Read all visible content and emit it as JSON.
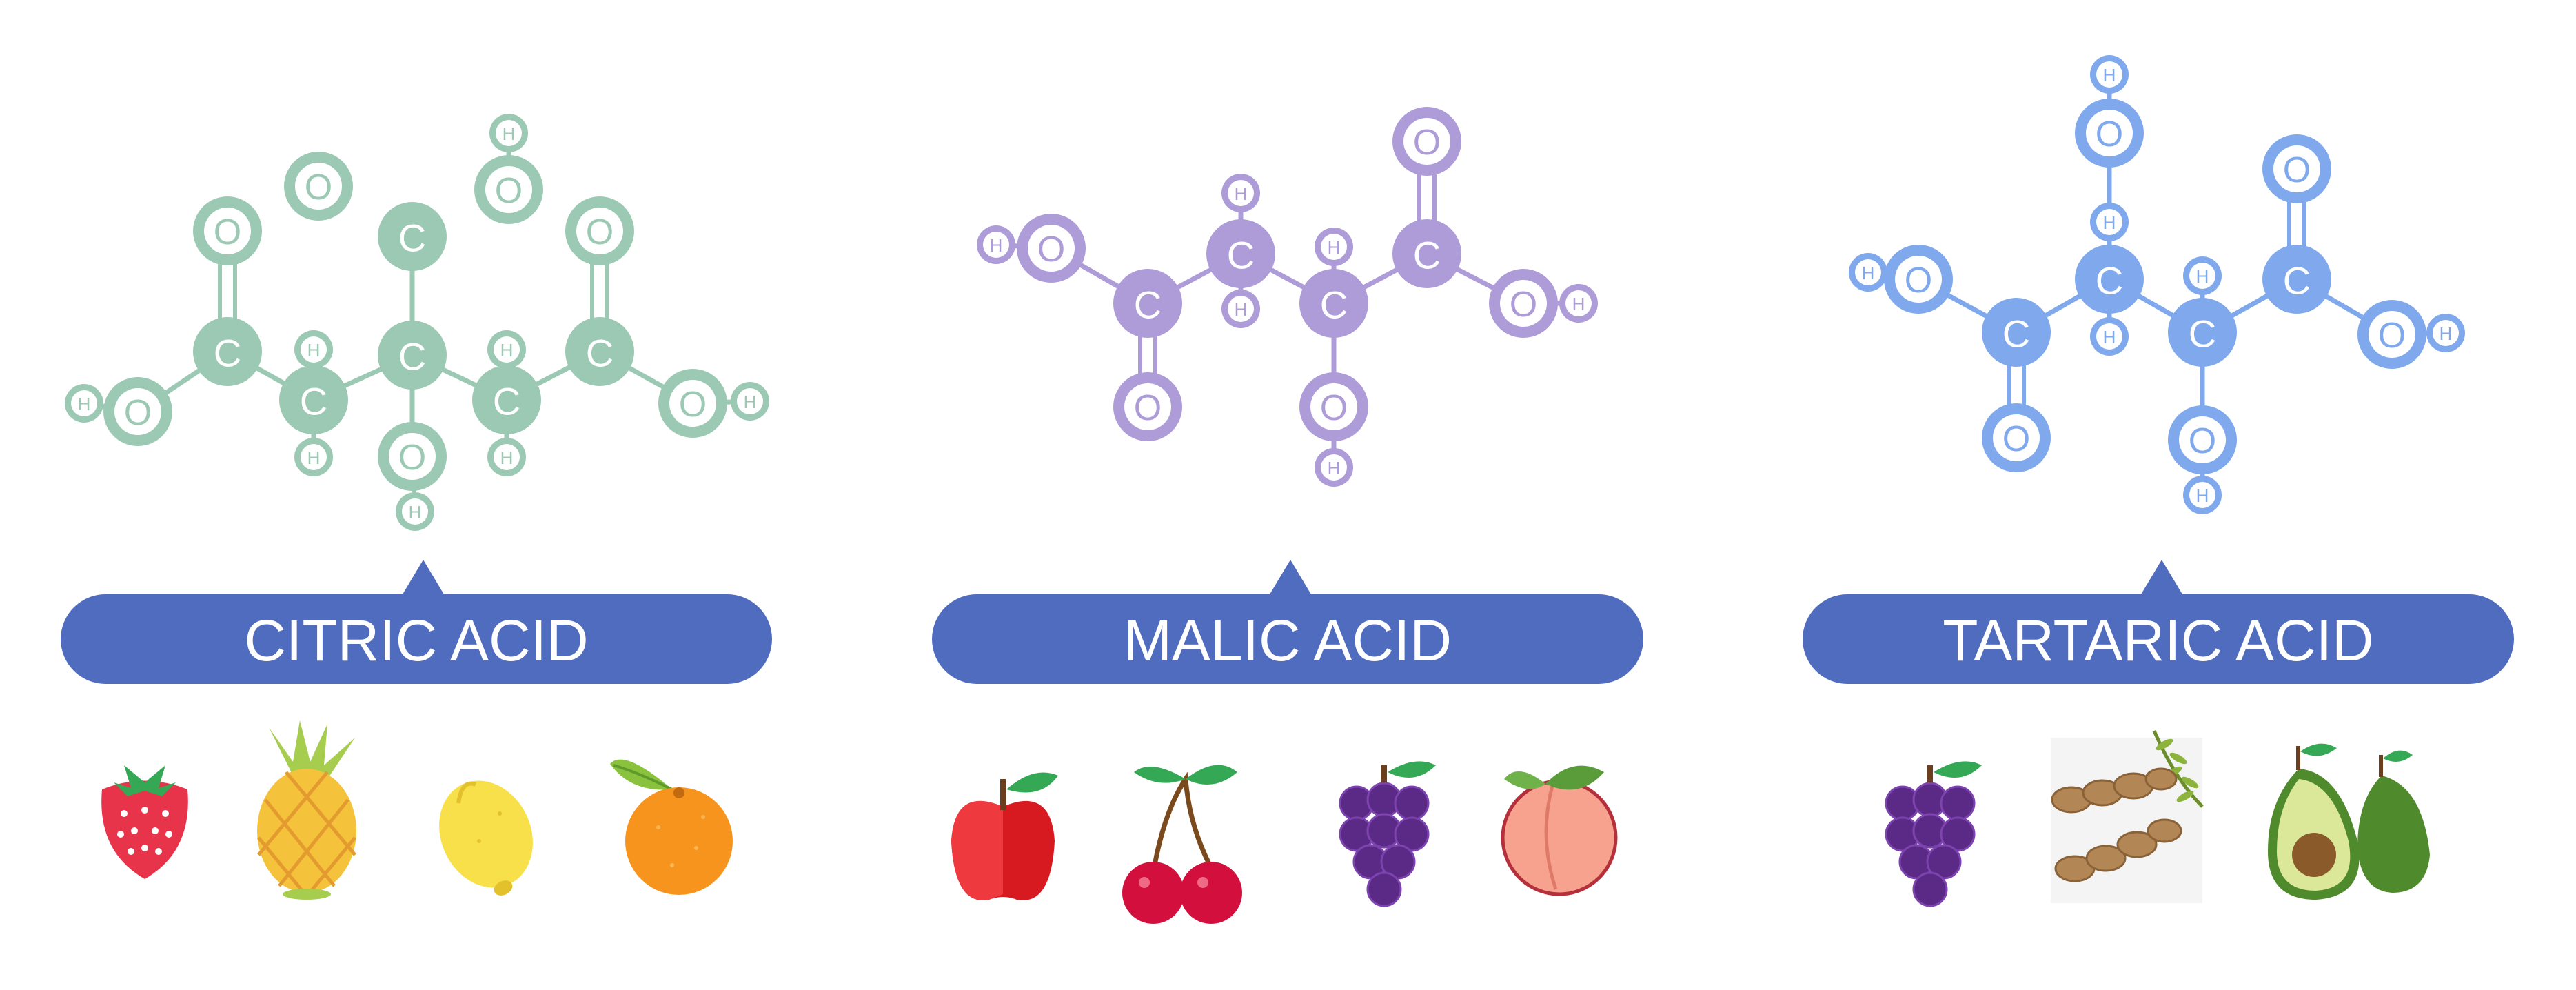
{
  "colors": {
    "citric": "#9cc9b4",
    "malic": "#ad9cd8",
    "tartaric": "#7fa9ec",
    "label_bg": "#506cbf",
    "label_text": "#ffffff"
  },
  "atoms": {
    "carbon": "C",
    "oxygen": "O",
    "hydrogen": "H"
  },
  "acids": [
    {
      "id": "citric",
      "name": "CITRIC ACID",
      "fruits": [
        {
          "name": "strawberry",
          "icon": "strawberry-icon"
        },
        {
          "name": "pineapple",
          "icon": "pineapple-icon"
        },
        {
          "name": "lemon",
          "icon": "lemon-icon"
        },
        {
          "name": "orange",
          "icon": "orange-icon"
        }
      ]
    },
    {
      "id": "malic",
      "name": "MALIC ACID",
      "fruits": [
        {
          "name": "apple",
          "icon": "apple-icon"
        },
        {
          "name": "cherry",
          "icon": "cherry-icon"
        },
        {
          "name": "grape",
          "icon": "grape-icon"
        },
        {
          "name": "peach",
          "icon": "peach-icon"
        }
      ]
    },
    {
      "id": "tartaric",
      "name": "TARTARIC ACID",
      "fruits": [
        {
          "name": "grape",
          "icon": "grape-icon"
        },
        {
          "name": "tamarind",
          "icon": "tamarind-icon"
        },
        {
          "name": "avocado",
          "icon": "avocado-icon"
        }
      ]
    }
  ]
}
